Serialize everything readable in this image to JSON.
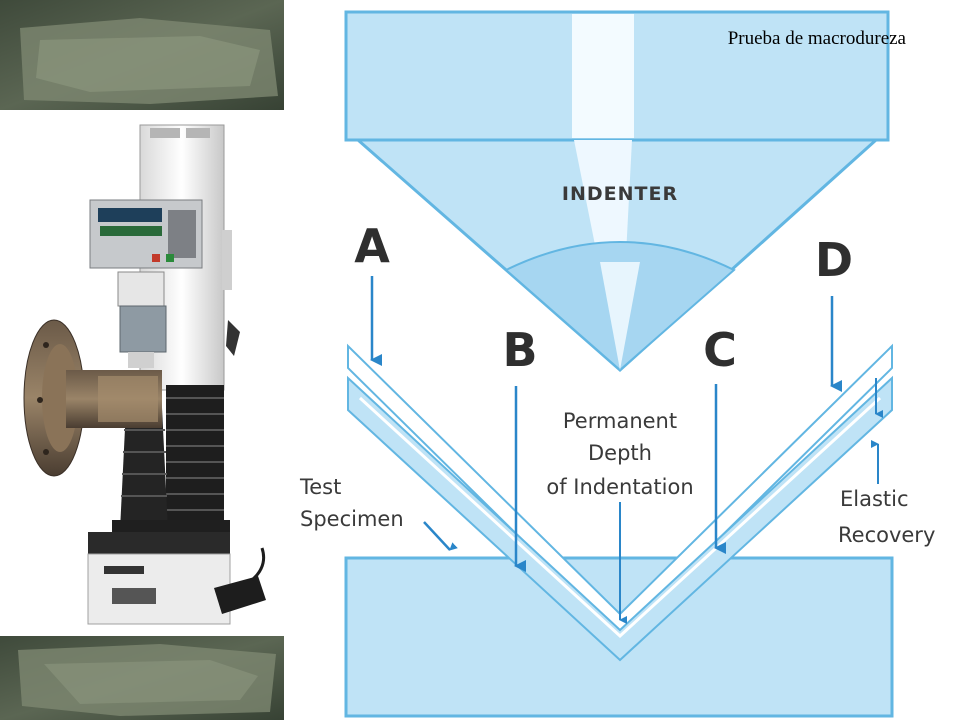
{
  "slide": {
    "title": "Prueba de macrodureza"
  },
  "photo": {
    "subject": "hardness-testing-machine"
  },
  "diagram": {
    "indenter_label": "INDENTER",
    "stages": [
      "A",
      "B",
      "C",
      "D"
    ],
    "permanent_depth_lines": [
      "Permanent",
      "Depth",
      "of Indentation"
    ],
    "test_specimen_lines": [
      "Test",
      "Specimen"
    ],
    "elastic_recovery_lines": [
      "Elastic",
      "Recovery"
    ],
    "colors": {
      "light_blue": "#bfe3f6",
      "mid_blue": "#9fd0ee",
      "outline_blue": "#62b6e2",
      "arrow_blue": "#2a86c9"
    }
  }
}
